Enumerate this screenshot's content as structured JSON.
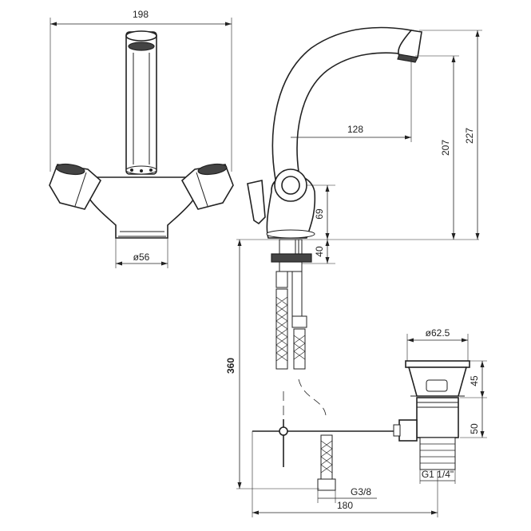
{
  "dimensions": {
    "overall_width": "198",
    "base_diameter": "ø56",
    "spout_reach": "128",
    "spout_height": "207",
    "total_height": "227",
    "handle_height": "69",
    "shank_offset": "40",
    "installation_depth": "360",
    "waste_diameter": "ø62.5",
    "waste_head_height": "45",
    "waste_body_height": "50",
    "waste_thread": "G1 1/4\"",
    "hose_thread": "G3/8",
    "pop_up_distance": "180"
  },
  "colors": {
    "line": "#222222",
    "background": "#ffffff"
  }
}
